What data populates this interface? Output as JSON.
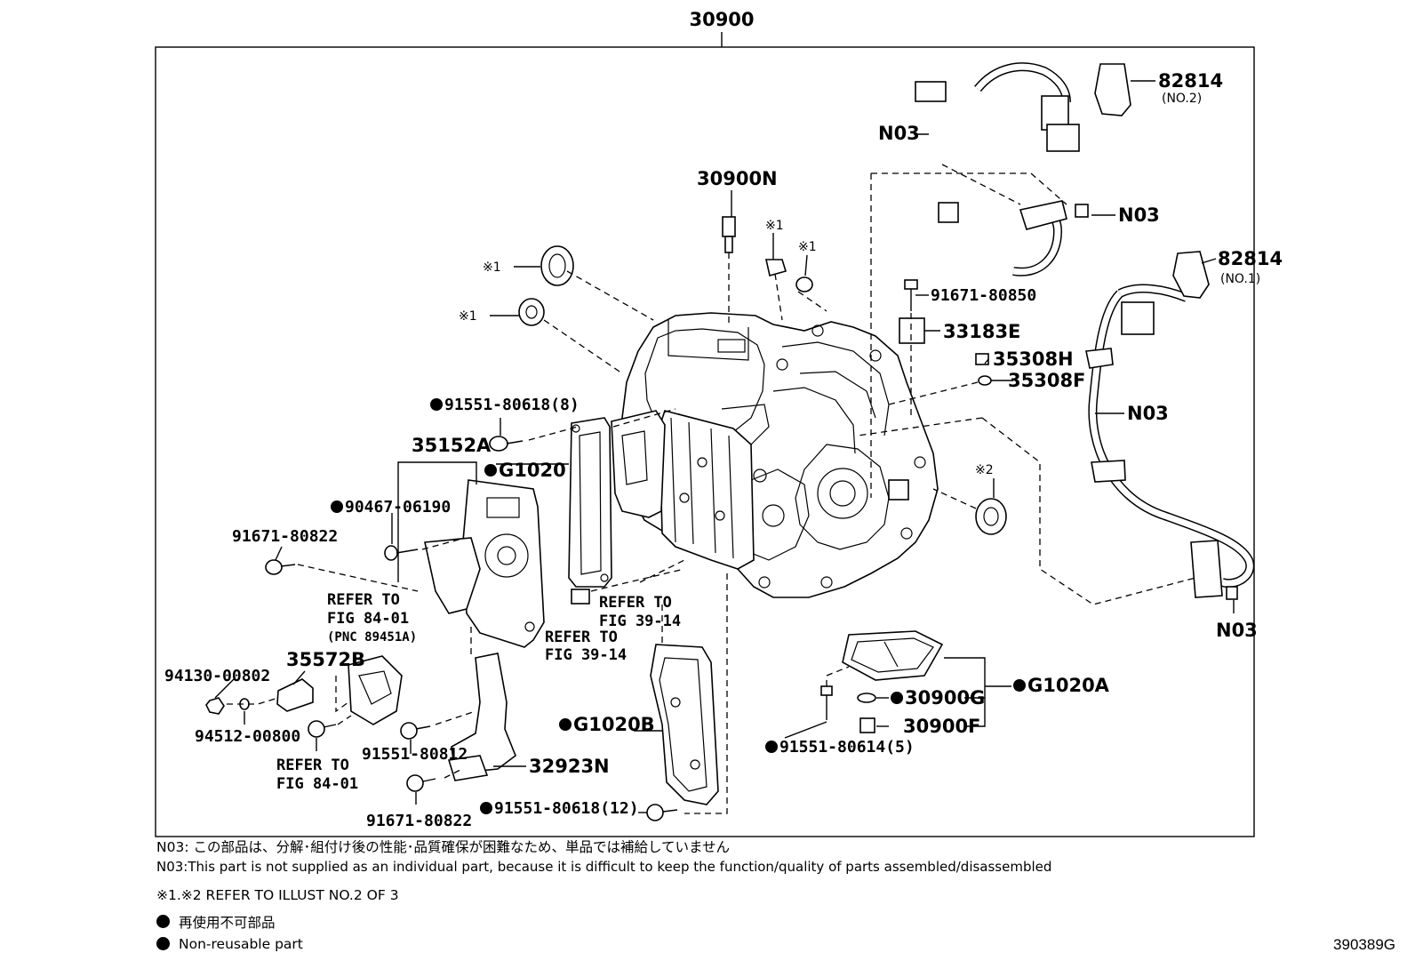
{
  "assembly_number": "30900",
  "figure_code": "390389G",
  "labels": {
    "p82814_no2": "82814",
    "p82814_no2_sub": "(NO.2)",
    "n03_top": "N03",
    "n03_bracket": "N03",
    "p82814_no1": "82814",
    "p82814_no1_sub": "(NO.1)",
    "n03_mid": "N03",
    "n03_bottom": "N03",
    "p30900n": "30900N",
    "mark1_a": "※1",
    "mark1_b": "※1",
    "mark1_c": "※1",
    "mark1_d": "※1",
    "mark2": "※2",
    "p91671_80850": "91671-80850",
    "p33183e": "33183E",
    "p35308h": "35308H",
    "p35308f": "35308F",
    "p91551_80618_8": "91551-80618(8)",
    "p35152a": "35152A",
    "g1020": "G1020",
    "p90467_06190": "90467-06190",
    "p91671_80822_a": "91671-80822",
    "ref_84_01_a_1": "REFER TO",
    "ref_84_01_a_2": "FIG 84-01",
    "ref_84_01_a_3": "(PNC 89451A)",
    "ref_39_14_a_1": "REFER TO",
    "ref_39_14_a_2": "FIG 39-14",
    "ref_39_14_b_1": "REFER TO",
    "ref_39_14_b_2": "FIG 39-14",
    "p35572b": "35572B",
    "p94130_00802": "94130-00802",
    "p94512_00800": "94512-00800",
    "ref_84_01_b_1": "REFER TO",
    "ref_84_01_b_2": "FIG 84-01",
    "p91551_80812": "91551-80812",
    "p32923n": "32923N",
    "p91671_80822_b": "91671-80822",
    "g1020b": "G1020B",
    "p91551_80618_12": "91551-80618(12)",
    "p30900g": "30900G",
    "p30900f": "30900F",
    "g1020a": "G1020A",
    "p91551_80614_5": "91551-80614(5)"
  },
  "notes": {
    "n03_jp": "N03: この部品は、分解･組付け後の性能･品質確保が困難なため、単品では補給していません",
    "n03_en": "N03:This part is not supplied as an individual part, because it is difficult to keep the function/quality of parts assembled/disassembled",
    "ref_note": "※1.※2 REFER TO ILLUST NO.2 OF 3",
    "legend_jp": "再使用不可部品",
    "legend_en": "Non-reusable part"
  }
}
